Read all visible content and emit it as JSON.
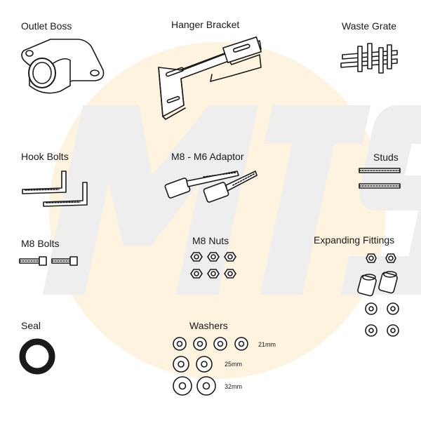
{
  "watermark": {
    "text": "MTS"
  },
  "labels": {
    "outlet_boss": "Outlet Boss",
    "hanger_bracket": "Hanger Bracket",
    "waste_grate": "Waste Grate",
    "hook_bolts": "Hook Bolts",
    "adaptor": "M8 - M6 Adaptor",
    "studs": "Studs",
    "m8_bolts": "M8 Bolts",
    "m8_nuts": "M8 Nuts",
    "expanding_fittings": "Expanding Fittings",
    "seal": "Seal",
    "washers": "Washers"
  },
  "washer_sizes": {
    "small": "21mm",
    "medium": "25mm",
    "large": "32mm"
  },
  "colors": {
    "background": "#ffffff",
    "watermark_disc": "#fdf3df",
    "watermark_letters": "#eeeeee",
    "ink": "#1a1a1a"
  }
}
